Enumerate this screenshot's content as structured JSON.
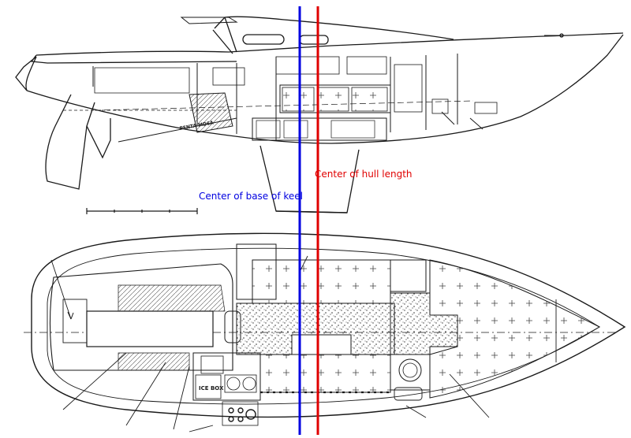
{
  "diagram": {
    "profile_label": "PENTA MD6A",
    "labels": {
      "hull_center": "Center of hull length",
      "keel_center": "Center of base of keel"
    },
    "colors": {
      "hull_center_line": "#e00000",
      "keel_center_line": "#0000e0",
      "drawing": "#1a1a1a",
      "background": "#ffffff"
    },
    "plan_markings": {
      "icebox": "ICE BOX"
    }
  }
}
